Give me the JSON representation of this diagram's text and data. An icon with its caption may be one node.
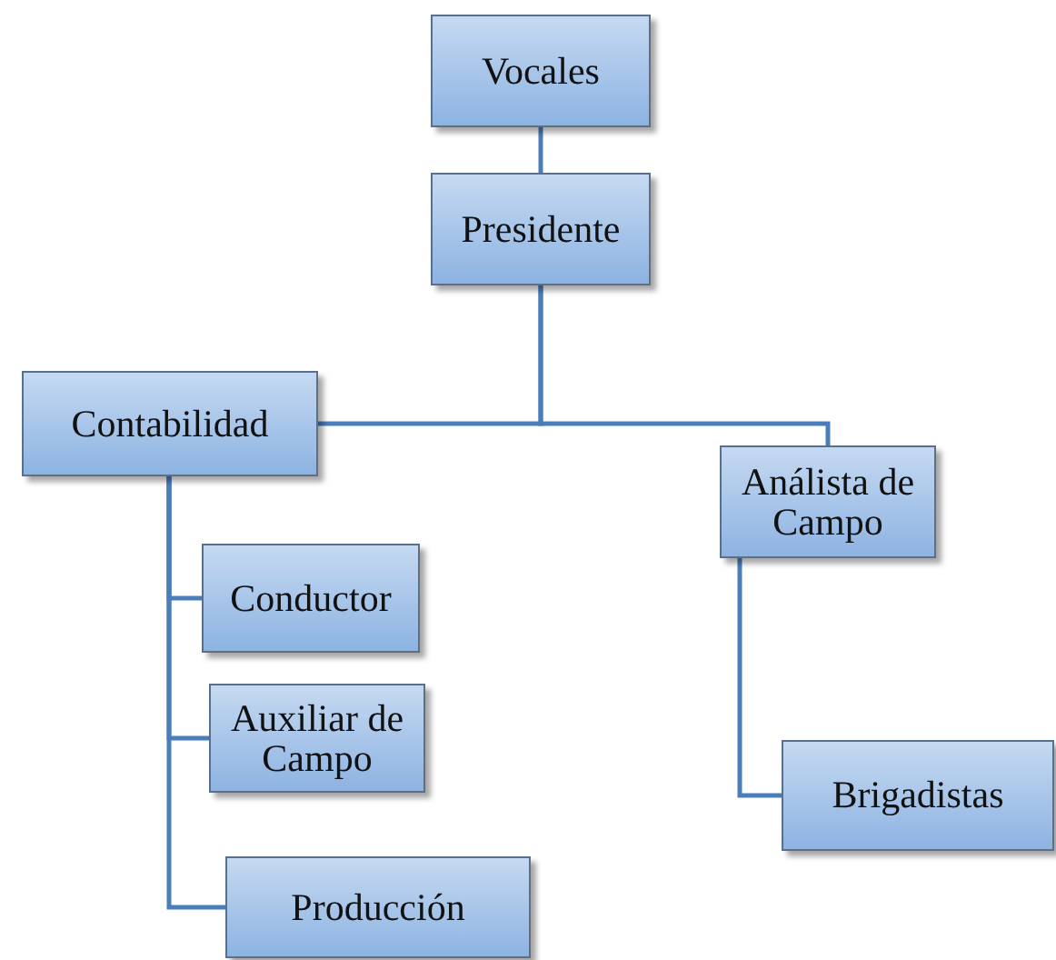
{
  "diagram": {
    "nodes": [
      {
        "text": [
          "Vocales"
        ]
      },
      {
        "text": [
          "Presidente"
        ]
      },
      {
        "text": [
          "Contabilidad"
        ]
      },
      {
        "text": [
          "Análista de Campo"
        ]
      },
      {
        "text": [
          "Conductor"
        ]
      },
      {
        "text": [
          "Auxiliar de Campo"
        ]
      },
      {
        "text": [
          "Producción"
        ]
      },
      {
        "text": [
          "Brigadistas"
        ]
      }
    ],
    "edges": [
      {
        "from": 0,
        "to": 1,
        "arrow": "none"
      },
      {
        "from": 1,
        "to": 2,
        "arrow": "none"
      },
      {
        "from": 1,
        "to": 3,
        "arrow": "none"
      },
      {
        "from": 2,
        "to": 4,
        "arrow": "none"
      },
      {
        "from": 2,
        "to": 5,
        "arrow": "none"
      },
      {
        "from": 2,
        "to": 6,
        "arrow": "none"
      },
      {
        "from": 3,
        "to": 7,
        "arrow": "none"
      }
    ]
  }
}
